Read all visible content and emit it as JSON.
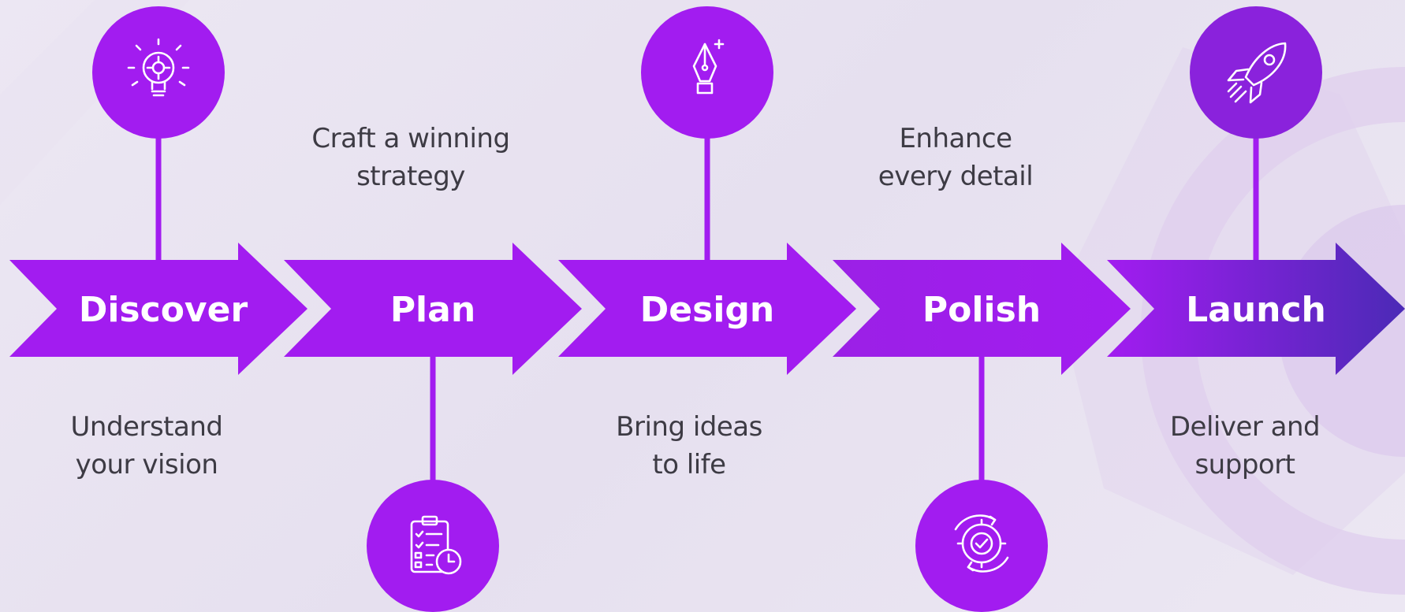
{
  "colors": {
    "accent": "#a21cf0",
    "accent_end": "#4b2ab6",
    "text": "#3d3b44",
    "background": "#ebe6f2"
  },
  "steps": [
    {
      "label": "Discover",
      "caption": [
        "Understand",
        "your vision"
      ],
      "icon": "lightbulb-gear-icon",
      "icon_side": "top"
    },
    {
      "label": "Plan",
      "caption": [
        "Craft a winning",
        "strategy"
      ],
      "icon": "clipboard-clock-icon",
      "icon_side": "bottom"
    },
    {
      "label": "Design",
      "caption": [
        "Bring ideas",
        "to life"
      ],
      "icon": "pen-nib-icon",
      "icon_side": "top"
    },
    {
      "label": "Polish",
      "caption": [
        "Enhance",
        "every detail"
      ],
      "icon": "gear-check-icon",
      "icon_side": "bottom"
    },
    {
      "label": "Launch",
      "caption": [
        "Deliver and",
        "support"
      ],
      "icon": "rocket-icon",
      "icon_side": "top"
    }
  ]
}
